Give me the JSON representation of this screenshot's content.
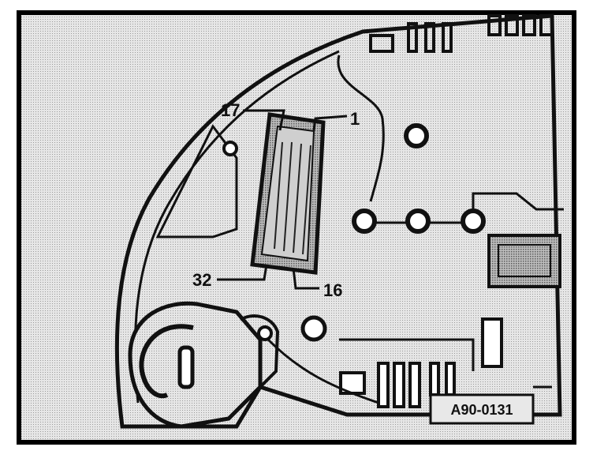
{
  "figure_ref": "A90-0131",
  "labels": {
    "pin_17": "17",
    "pin_1": "1",
    "pin_32": "32",
    "pin_16": "16"
  },
  "colors": {
    "ink": "#111111",
    "paper": "#d6d6d6",
    "frame": "#000000"
  }
}
